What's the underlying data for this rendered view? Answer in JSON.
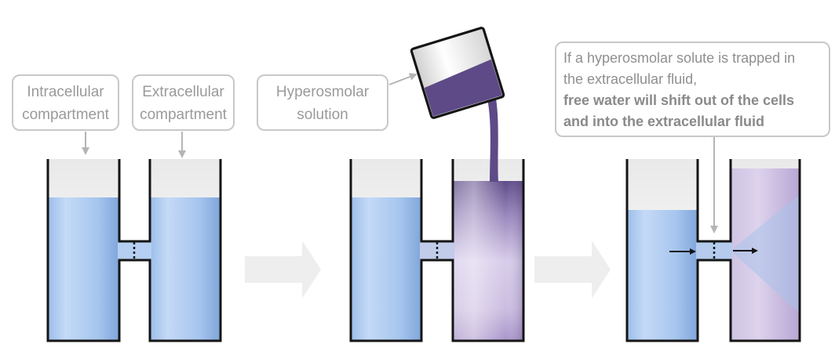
{
  "labels": {
    "intracellular_line1": "Intracellular",
    "intracellular_line2": "compartment",
    "extracellular_line1": "Extracellular",
    "extracellular_line2": "compartment",
    "hyperosmolar_line1": "Hyperosmolar",
    "hyperosmolar_line2": "solution"
  },
  "note": {
    "line1": "If a hyperosmolar solute is trapped in",
    "line2": "the extracellular fluid,",
    "line3": "free water will  shift out of the cells",
    "line4": "and into the extracellular fluid"
  },
  "colors": {
    "water": "#a9c8ee",
    "hyperosmolar": "#5d4a87",
    "mixed": "#cfc2e2",
    "outline": "#151515",
    "callout_border": "#c8c8c8",
    "arrow": "#eeeeee"
  }
}
